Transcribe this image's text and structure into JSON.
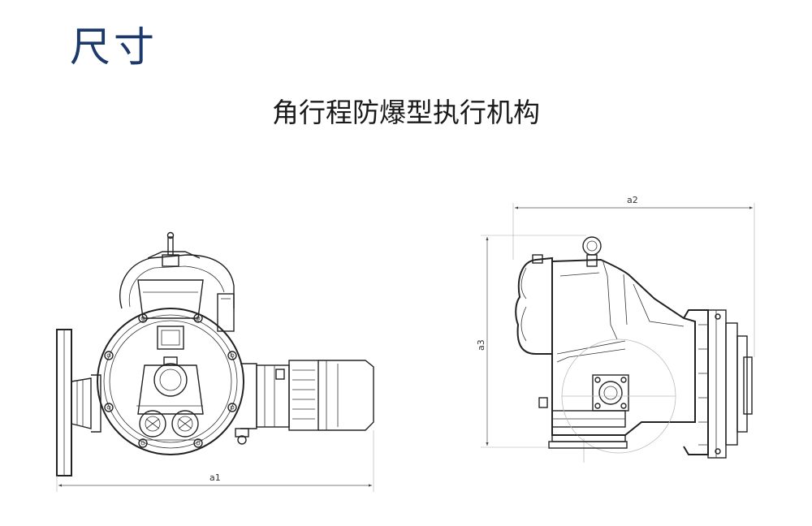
{
  "header": {
    "section_title": "尺寸",
    "product_title": "角行程防爆型执行机构"
  },
  "dimensions": {
    "a1": "a1",
    "a2": "a2",
    "a3": "a3"
  },
  "colors": {
    "title_blue": "#1b3a6b",
    "line": "#222222",
    "dimension_line": "#555555"
  }
}
